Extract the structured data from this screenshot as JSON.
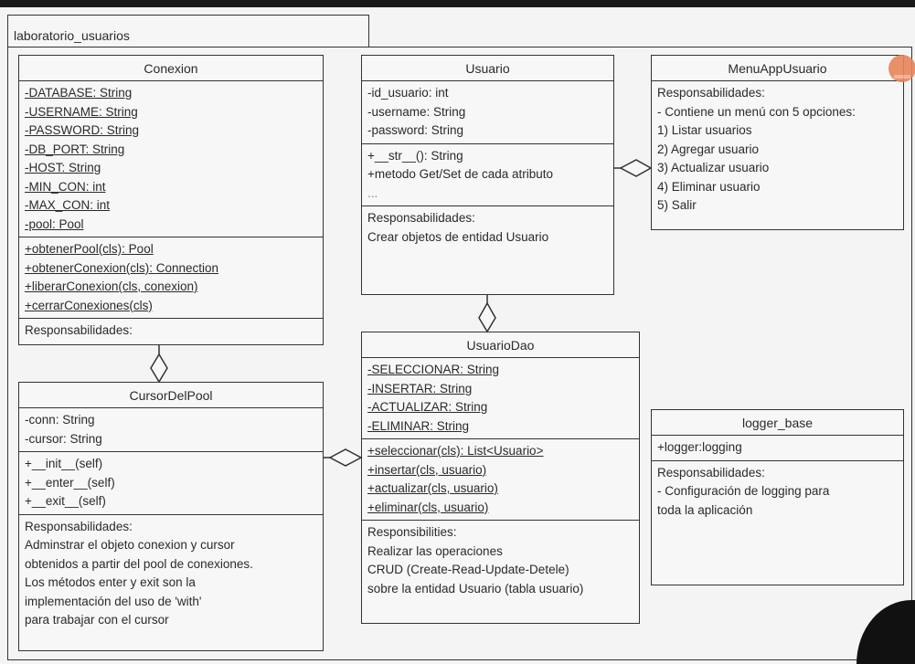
{
  "package": {
    "name": "laboratorio_usuarios"
  },
  "classes": {
    "conexion": {
      "name": "Conexion",
      "attributes": [
        "-DATABASE: String",
        "-USERNAME: String",
        "-PASSWORD: String",
        "-DB_PORT: String",
        "-HOST: String",
        "-MIN_CON: int",
        "-MAX_CON: int",
        "-pool: Pool"
      ],
      "methods": [
        "+obtenerPool(cls): Pool",
        "+obtenerConexion(cls): Connection",
        "+liberarConexion(cls, conexion)",
        "+cerrarConexiones(cls)"
      ],
      "notes": [
        "Responsabilidades:"
      ]
    },
    "usuario": {
      "name": "Usuario",
      "attributes": [
        "-id_usuario: int",
        "-username: String",
        "-password: String"
      ],
      "methods": [
        "+__str__(): String",
        "+metodo Get/Set de cada atributo",
        "..."
      ],
      "notes": [
        "Responsabilidades:",
        "Crear objetos de entidad Usuario"
      ]
    },
    "menu": {
      "name": "MenuAppUsuario",
      "notes": [
        "Responsabilidades:",
        "- Contiene un menú con 5 opciones:",
        "1) Listar usuarios",
        "2) Agregar usuario",
        "3) Actualizar usuario",
        "4) Eliminar usuario",
        "5) Salir"
      ]
    },
    "cursor": {
      "name": "CursorDelPool",
      "attributes": [
        "-conn: String",
        "-cursor: String"
      ],
      "methods": [
        "+__init__(self)",
        "+__enter__(self)",
        "+__exit__(self)"
      ],
      "notes": [
        "Responsabilidades:",
        "Adminstrar el objeto conexion y cursor",
        "obtenidos a partir del pool de conexiones.",
        "Los métodos enter y exit son la",
        "implementación del uso de 'with'",
        "para trabajar con el cursor"
      ]
    },
    "dao": {
      "name": "UsuarioDao",
      "attributes": [
        "-SELECCIONAR: String",
        "-INSERTAR: String",
        "-ACTUALIZAR: String",
        "-ELIMINAR: String"
      ],
      "methods": [
        "+seleccionar(cls): List<Usuario>",
        "+insertar(cls, usuario)",
        "+actualizar(cls, usuario)",
        "+eliminar(cls, usuario)"
      ],
      "notes": [
        "Responsibilities:",
        "Realizar las operaciones",
        "CRUD (Create-Read-Update-Detele)",
        "sobre la entidad Usuario (tabla usuario)"
      ]
    },
    "logger": {
      "name": "logger_base",
      "attributes": [
        "+logger:logging"
      ],
      "notes": [
        "Responsabilidades:",
        "- Configuración de logging para",
        "toda la aplicación"
      ]
    }
  }
}
